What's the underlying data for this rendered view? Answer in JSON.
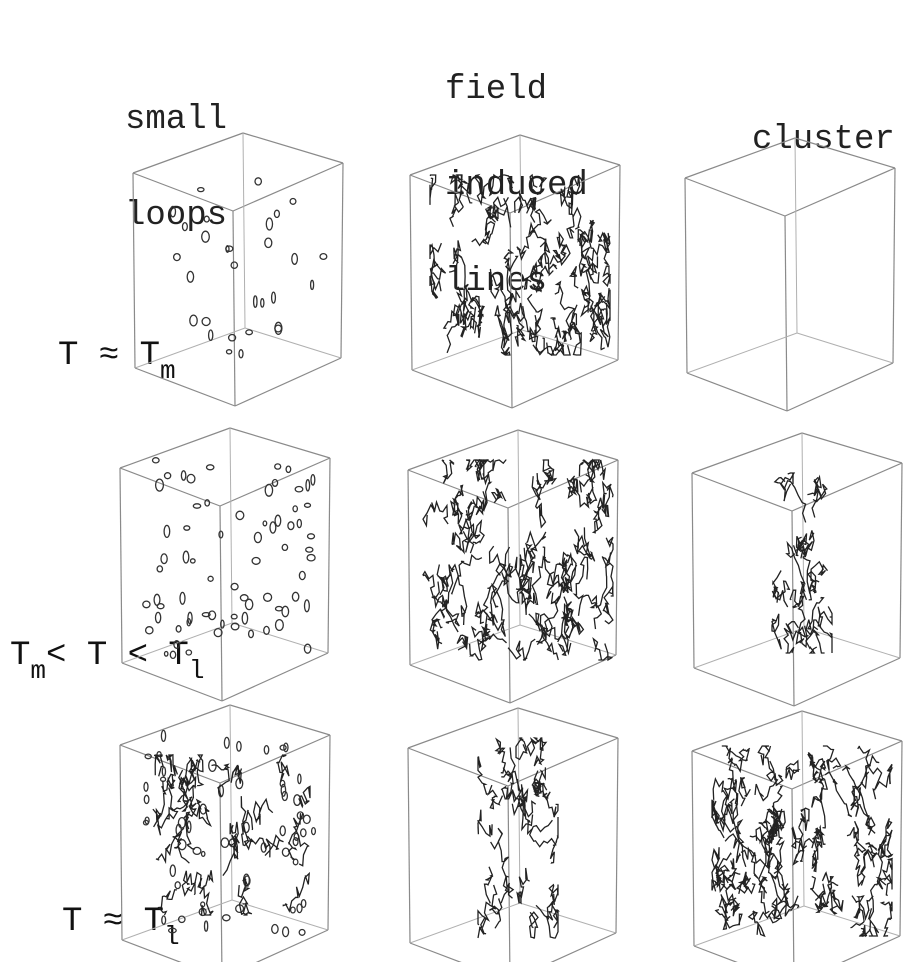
{
  "columns": [
    {
      "title_lines": [
        "small",
        "loops"
      ]
    },
    {
      "title_lines": [
        "field",
        "induced",
        "lines"
      ]
    },
    {
      "title_lines": [
        "cluster"
      ]
    }
  ],
  "rows": [
    {
      "label": {
        "main": "T ≈ T",
        "sub": "m",
        "tail": ""
      }
    },
    {
      "label": {
        "main": "T",
        "sub": "m",
        "tail": "< T < T",
        "sub2": "l"
      }
    },
    {
      "label": {
        "main": "T ≈ T",
        "sub": "l",
        "tail": ""
      }
    }
  ]
}
